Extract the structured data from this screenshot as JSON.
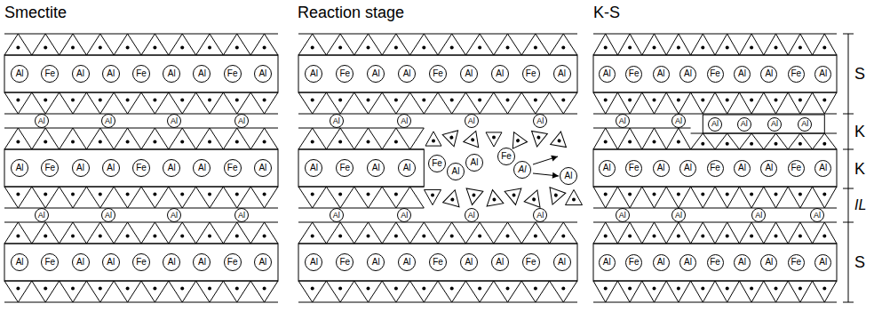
{
  "diagram": {
    "nodes": [
      {
        "text": [
          "Al"
        ]
      },
      {
        "text": [
          "Fe"
        ]
      },
      {
        "text": [
          "Al"
        ]
      },
      {
        "text": [
          "Al"
        ]
      },
      {
        "text": [
          "Fe"
        ]
      },
      {
        "text": [
          "Al"
        ]
      },
      {
        "text": [
          "Al"
        ]
      },
      {
        "text": [
          "Fe"
        ]
      },
      {
        "text": [
          "Al"
        ]
      },
      {
        "text": [
          "Al"
        ]
      },
      {
        "text": [
          "Al"
        ]
      },
      {
        "text": [
          "Al"
        ]
      },
      {
        "text": [
          "Al"
        ]
      },
      {
        "text": [
          "Al"
        ]
      },
      {
        "text": [
          "Fe"
        ]
      },
      {
        "text": [
          "Al"
        ]
      },
      {
        "text": [
          "Al"
        ]
      },
      {
        "text": [
          "Fe"
        ]
      },
      {
        "text": [
          "Al"
        ]
      },
      {
        "text": [
          "Al"
        ]
      },
      {
        "text": [
          "Fe"
        ]
      },
      {
        "text": [
          "Al"
        ]
      },
      {
        "text": [
          "Al"
        ]
      },
      {
        "text": [
          "Al"
        ]
      },
      {
        "text": [
          "Al"
        ]
      },
      {
        "text": [
          "Al"
        ]
      },
      {
        "text": [
          "Al"
        ]
      },
      {
        "text": [
          "Fe"
        ]
      },
      {
        "text": [
          "Al"
        ]
      },
      {
        "text": [
          "Al"
        ]
      },
      {
        "text": [
          "Fe"
        ]
      },
      {
        "text": [
          "Al"
        ]
      },
      {
        "text": [
          "Al"
        ]
      },
      {
        "text": [
          "Fe"
        ]
      },
      {
        "text": [
          "Al"
        ]
      },
      {
        "text": [
          "Al"
        ]
      },
      {
        "text": [
          "Fe"
        ]
      },
      {
        "text": [
          "Al"
        ]
      },
      {
        "text": [
          "Al"
        ]
      },
      {
        "text": [
          "Fe"
        ]
      },
      {
        "text": [
          "Al"
        ]
      },
      {
        "text": [
          "Al"
        ]
      },
      {
        "text": [
          "Fe"
        ]
      },
      {
        "text": [
          "Al"
        ]
      },
      {
        "text": [
          "Al"
        ]
      },
      {
        "text": [
          "Al"
        ]
      },
      {
        "text": [
          "Al"
        ]
      },
      {
        "text": [
          "Al"
        ]
      },
      {
        "text": [
          "Al"
        ]
      },
      {
        "text": [
          "Fe"
        ]
      },
      {
        "text": [
          "Al"
        ]
      },
      {
        "text": [
          "Al"
        ]
      },
      {
        "text": [
          "Fe"
        ]
      },
      {
        "text": [
          "Al"
        ]
      },
      {
        "text": [
          "Al"
        ]
      },
      {
        "text": [
          "Fe"
        ]
      },
      {
        "text": [
          "Al"
        ]
      },
      {
        "text": [
          "Al"
        ]
      },
      {
        "text": [
          "Al"
        ]
      },
      {
        "text": [
          "Al"
        ]
      },
      {
        "text": [
          "Al"
        ]
      },
      {
        "text": [
          "Al"
        ]
      },
      {
        "text": [
          "Al"
        ]
      },
      {
        "text": [
          "Fe"
        ]
      },
      {
        "text": [
          "Al"
        ]
      },
      {
        "text": [
          "Al"
        ]
      },
      {
        "text": [
          "Fe"
        ]
      },
      {
        "text": [
          "Al"
        ]
      },
      {
        "text": [
          "Al"
        ]
      },
      {
        "text": [
          "Fe"
        ]
      },
      {
        "text": [
          "Al"
        ]
      },
      {
        "text": [
          "Al"
        ]
      },
      {
        "text": [
          "Fe"
        ]
      },
      {
        "text": [
          "Al"
        ]
      },
      {
        "text": [
          "Al"
        ]
      },
      {
        "text": [
          "Fe"
        ]
      },
      {
        "text": [
          "Al"
        ]
      },
      {
        "text": [
          "Al"
        ]
      },
      {
        "text": [
          "Fe"
        ]
      },
      {
        "text": [
          "Al"
        ]
      },
      {
        "text": [
          "Al"
        ]
      },
      {
        "text": [
          "Al"
        ]
      },
      {
        "text": [
          "Al"
        ]
      },
      {
        "text": [
          "Al"
        ]
      },
      {
        "text": [
          "Al"
        ]
      },
      {
        "text": [
          "Al"
        ]
      },
      {
        "text": [
          "Al"
        ]
      },
      {
        "text": [
          "Fe"
        ]
      },
      {
        "text": [
          "Al"
        ]
      },
      {
        "text": [
          "Al"
        ]
      },
      {
        "text": [
          "Fe"
        ]
      },
      {
        "text": [
          "Al"
        ]
      },
      {
        "text": [
          "Al"
        ]
      },
      {
        "text": [
          "Fe"
        ]
      },
      {
        "text": [
          "Al"
        ]
      },
      {
        "text": [
          "Al"
        ]
      },
      {
        "text": [
          "Al"
        ]
      },
      {
        "text": [
          "Al"
        ]
      },
      {
        "text": [
          "Al"
        ]
      },
      {
        "text": [
          "Al"
        ]
      },
      {
        "text": [
          "Fe"
        ]
      },
      {
        "text": [
          "Al"
        ]
      },
      {
        "text": [
          "Al"
        ]
      },
      {
        "text": [
          "Fe"
        ]
      },
      {
        "text": [
          "Al"
        ]
      },
      {
        "text": [
          "Al"
        ]
      },
      {
        "text": [
          "Fe"
        ]
      },
      {
        "text": [
          "Al"
        ]
      }
    ],
    "labels": [
      "Smectite",
      "Reaction stage",
      "K-S",
      "S",
      "K",
      "K",
      "IL",
      "S"
    ]
  }
}
